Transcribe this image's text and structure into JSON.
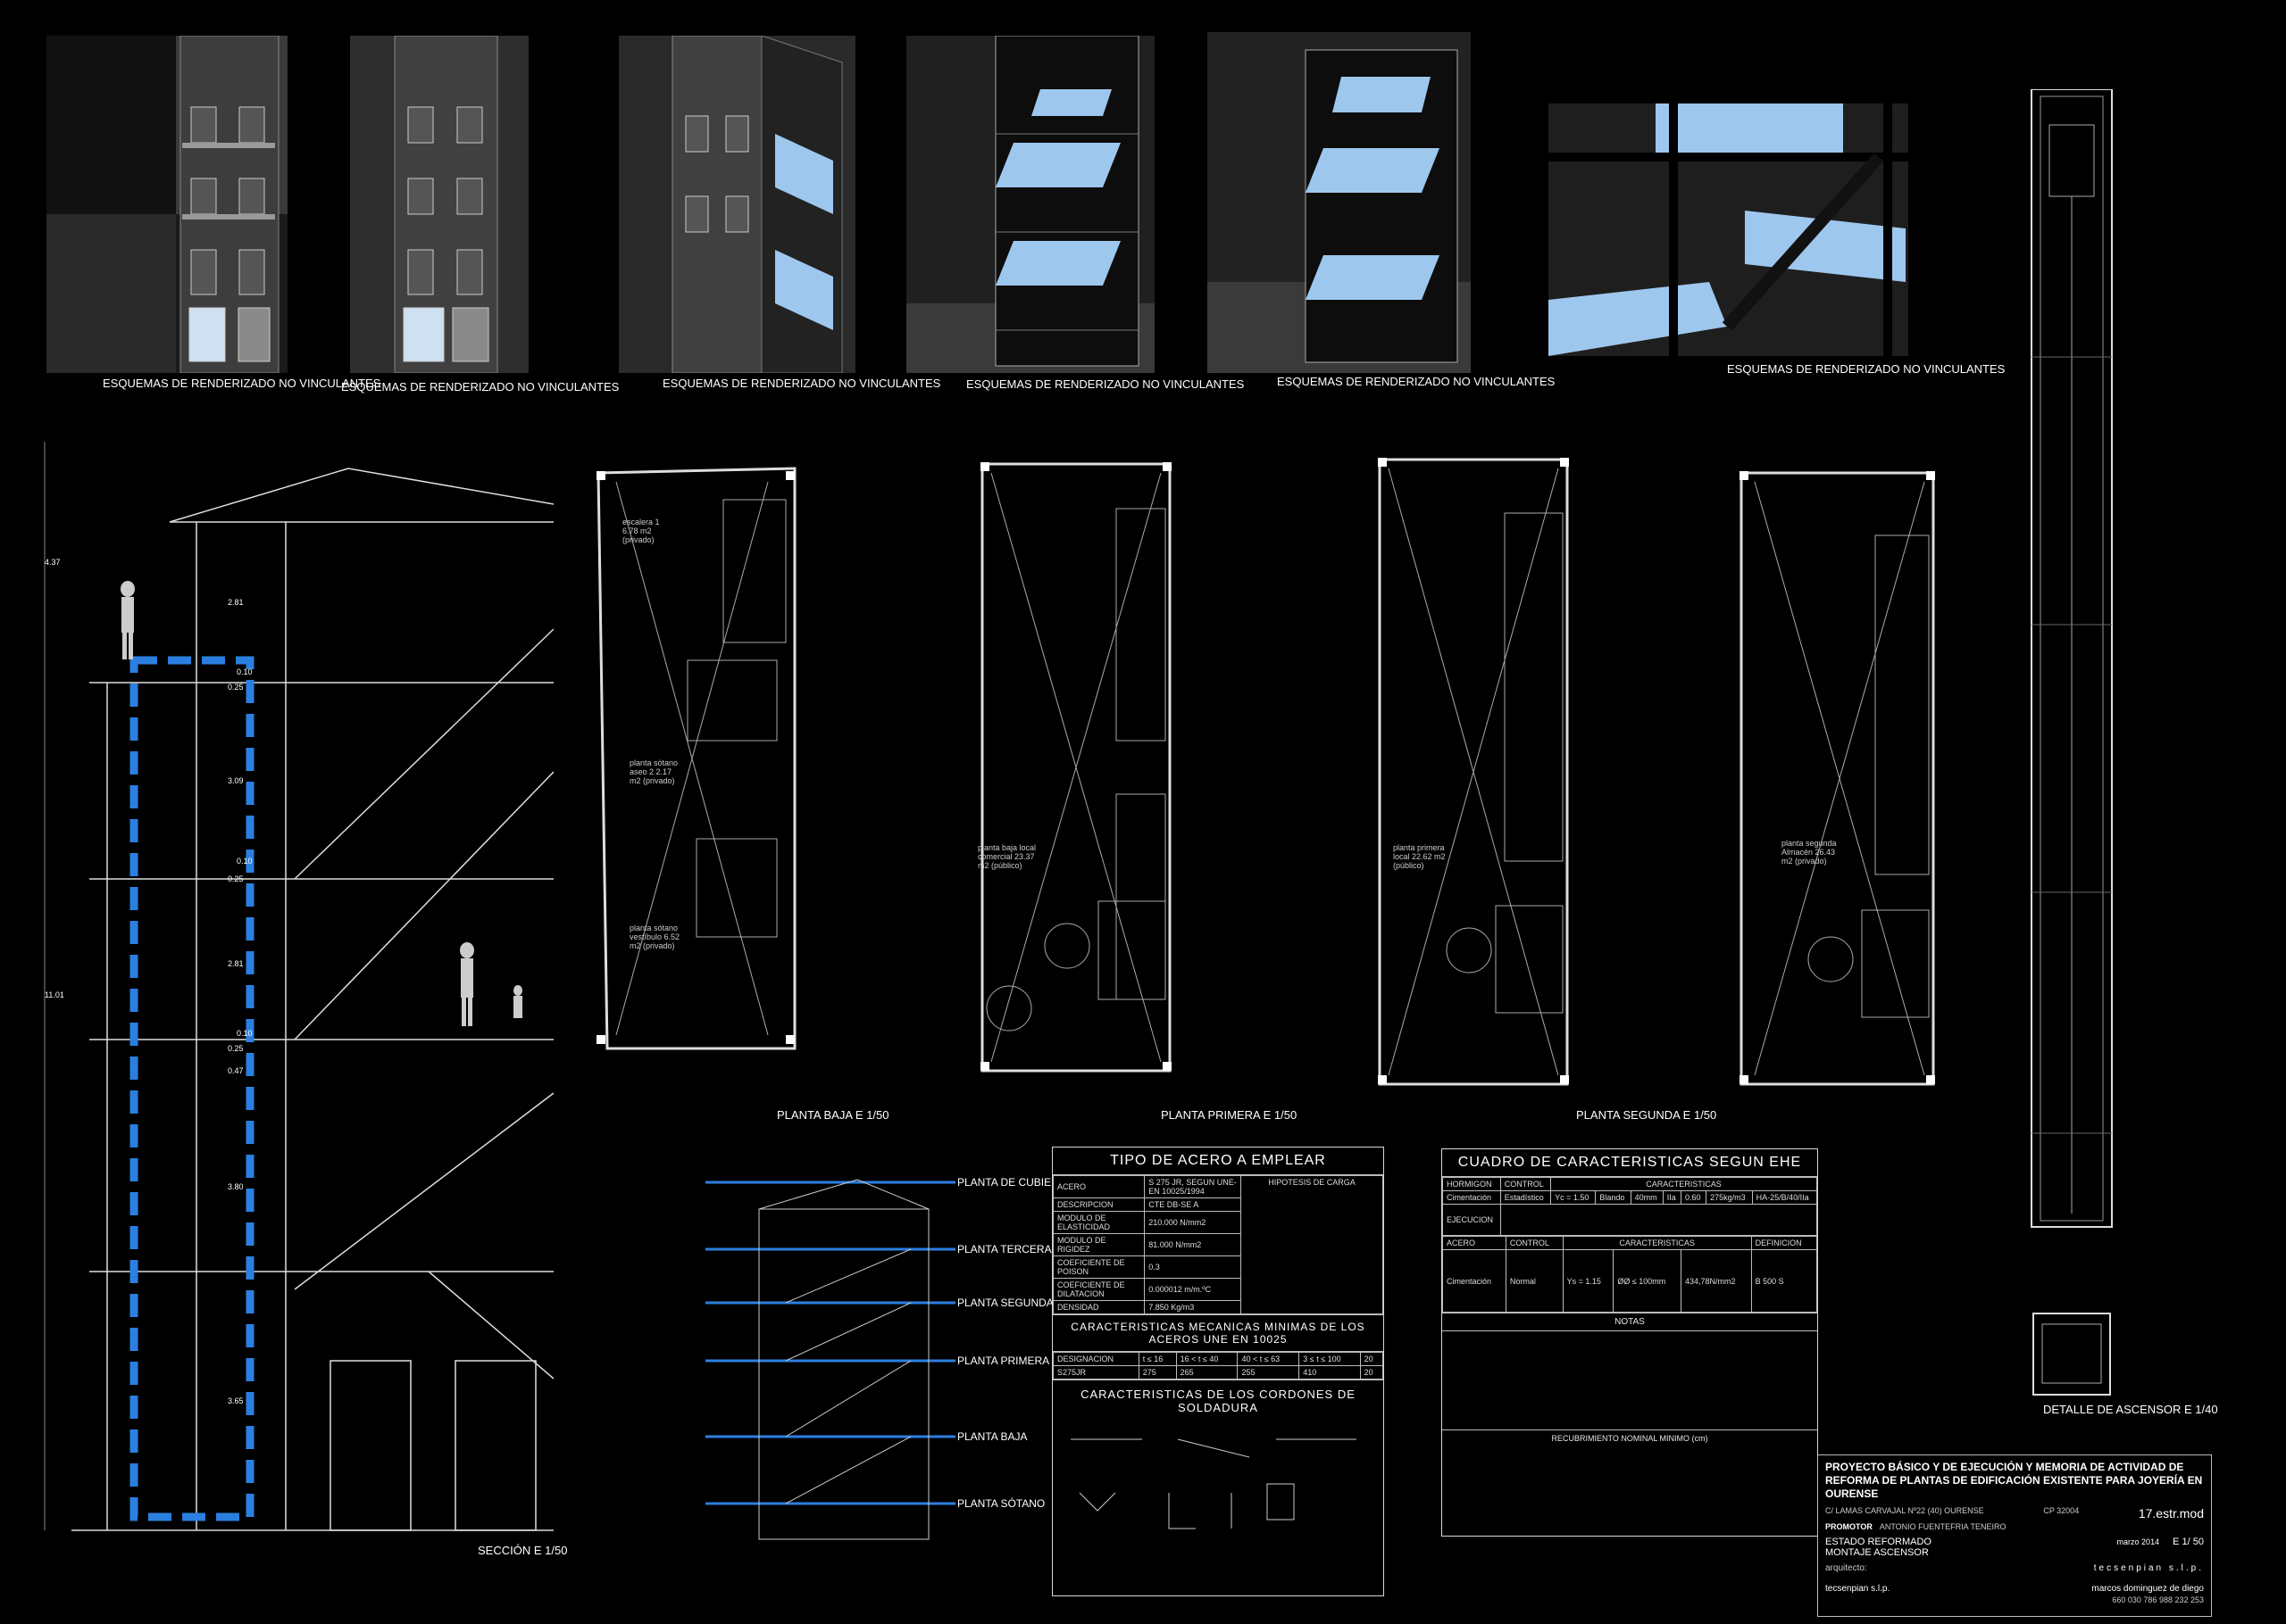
{
  "renders": {
    "caption": "ESQUEMAS DE RENDERIZADO NO VINCULANTES"
  },
  "section": {
    "label": "SECCIÓN  E 1/50",
    "dims": [
      "4.37",
      "2.81",
      "0.10",
      "0.25",
      "3.09",
      "0.10",
      "0.25",
      "2.81",
      "0.10",
      "0.25",
      "0.47",
      "3.80",
      "3.65",
      "11.01"
    ]
  },
  "plans": {
    "baja": "PLANTA BAJA E 1/50",
    "primera": "PLANTA PRIMERA E 1/50",
    "segunda": "PLANTA SEGUNDA E 1/50",
    "rooms": {
      "sotano_escalera": "escalera 1 6.78 m2 (privado)",
      "sotano_aseo": "planta sótano aseo 2 2.17 m2 (privado)",
      "sotano_vestibulo": "planta sótano vestíbulo 6.52 m2 (privado)",
      "baja_local": "planta baja local comercial 23.37 m2 (público)",
      "primera_local": "planta primera local 22.62 m2 (público)",
      "segunda_almacen": "planta segunda Almacén 26.43 m2 (privado)"
    }
  },
  "elevator": {
    "label": "DETALLE DE ASCENSOR  E 1/40"
  },
  "levels": [
    "PLANTA DE CUBIERTA",
    "PLANTA TERCERA",
    "PLANTA SEGUNDA",
    "PLANTA PRIMERA",
    "PLANTA BAJA",
    "PLANTA SÓTANO"
  ],
  "acero": {
    "title": "TIPO DE ACERO A EMPLEAR",
    "rows": [
      [
        "ACERO",
        "S 275 JR, SEGUN UNE-EN 10025/1994"
      ],
      [
        "DESCRIPCION",
        "CTE DB-SE A"
      ],
      [
        "MODULO DE ELASTICIDAD",
        "210.000 N/mm2"
      ],
      [
        "MODULO DE RIGIDEZ",
        "81.000 N/mm2"
      ],
      [
        "COEFICIENTE DE POISON",
        "0.3"
      ],
      [
        "COEFICIENTE DE DILATACION",
        "0.000012 m/m.ºC"
      ],
      [
        "DENSIDAD",
        "7.850 Kg/m3"
      ]
    ],
    "hipotesis": "HIPOTESIS DE CARGA",
    "mecanicas_title": "CARACTERISTICAS MECANICAS MINIMAS DE LOS ACEROS UNE EN 10025",
    "mecanicas_header": [
      "DESIGNACION",
      "t ≤ 16",
      "16 < t ≤ 40",
      "40 < t ≤ 63",
      "3 ≤ t ≤ 100",
      "20"
    ],
    "mecanicas_row": [
      "S275JR",
      "275",
      "265",
      "255",
      "410",
      "20"
    ],
    "cordones_title": "CARACTERISTICAS DE LOS CORDONES DE SOLDADURA"
  },
  "ehe": {
    "title": "CUADRO DE CARACTERISTICAS SEGUN EHE",
    "cols": [
      "HORMIGON",
      "CONTROL",
      "CARACTERISTICAS"
    ],
    "row1": [
      "Cimentación",
      "Estadístico",
      "Yc = 1.50",
      "Blando",
      "40mm",
      "IIa",
      "0.60",
      "275kg/m3",
      "HA-25/B/40/IIa"
    ],
    "ejecucion": "EJECUCION",
    "acero_cols": [
      "ACERO",
      "CONTROL",
      "CARACTERISTICAS",
      "DEFINICION"
    ],
    "row2": [
      "Cimentación",
      "Normal",
      "Ys = 1.15",
      "ØØ ≤ 100mm",
      "434,78N/mm2",
      "B 500 S"
    ],
    "notas": "NOTAS",
    "recubrimiento": "RECUBRIMIENTO NOMINAL MINIMO (cm)"
  },
  "titleblock": {
    "project": "PROYECTO BÁSICO Y DE EJECUCIÓN Y MEMORIA DE ACTIVIDAD DE REFORMA DE PLANTAS DE EDIFICACIÓN EXISTENTE PARA JOYERÍA EN OURENSE",
    "address": "C/ LAMAS CARVAJAL Nº22 (40) OURENSE",
    "cp": "CP 32004",
    "promotor_label": "PROMOTOR",
    "promotor": "ANTONIO FUENTEFRIA TENEIRO",
    "sheet": "17.estr.mod",
    "estado": "ESTADO REFORMADO",
    "montaje": "MONTAJE ASCENSOR",
    "date": "marzo 2014",
    "scale": "E 1/ 50",
    "arquitecto_label": "arquitecto:",
    "firm": "tecsenpian s.l.p.",
    "firm_name": "tecsenpian s.l.p.",
    "architect": "marcos dominguez de diego",
    "phone": "660 030 786    988 232 253"
  },
  "colors": {
    "accent": "#2b7fe0",
    "line": "#d8d8d8",
    "render_blue": "#9ec7ee"
  }
}
